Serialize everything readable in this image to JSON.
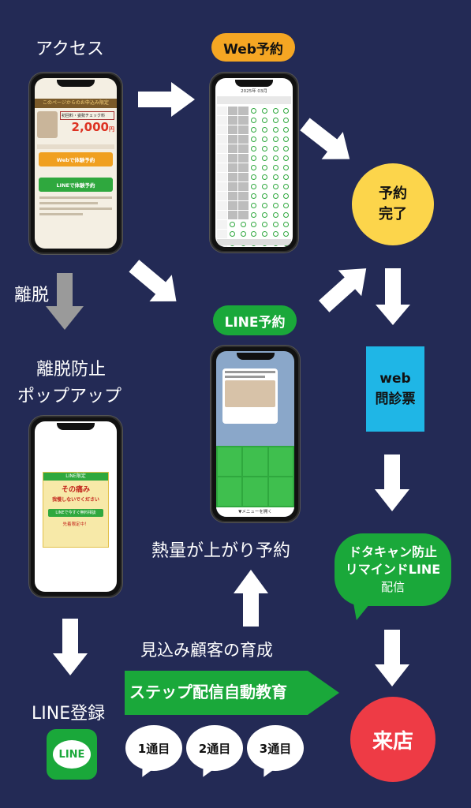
{
  "labels": {
    "access": "アクセス",
    "web_reserve": "Web予約",
    "reserve_done": "予約\n完了",
    "leave": "離脱",
    "leave_popup_1": "離脱防止",
    "leave_popup_2": "ポップアップ",
    "line_reserve": "LINE予約",
    "web_form": "web\n問診票",
    "heat_up": "熱量が上がり予約",
    "reminder_1": "ドタキャン防止",
    "reminder_2": "リマインドLINE",
    "reminder_3": "配信",
    "nurture": "見込み顧客の育成",
    "step_delivery": "ステップ配信自動教育",
    "line_register": "LINE登録",
    "line_logo": "LINE",
    "visit": "来店",
    "msg_1": "1通目",
    "msg_2": "2通目",
    "msg_3": "3通目"
  },
  "colors": {
    "background": "#232a55",
    "orange": "#f5a623",
    "yellow": "#fcd54b",
    "green": "#1aa83a",
    "cyan": "#1fb6e6",
    "red": "#ee3b45",
    "arrow": "#ffffff",
    "arrow_gray": "#9a9a9a"
  },
  "phone1": {
    "banner": "このページからのお申込み限定",
    "badge": "初回料・姿勢チェック料",
    "price": "2,000",
    "yen": "円",
    "btn_web": "Webで体験予約",
    "btn_line": "LINEで体験予約"
  },
  "phone2": {
    "header": "2025年 03月"
  },
  "phone3": {
    "title": "LINE限定",
    "line1": "その痛み",
    "line2": "我慢しないでください",
    "btn": "LINEで今すぐ無料相談",
    "footer": "先着限定中！"
  },
  "phone4": {
    "footer": "▼メニューを開く"
  }
}
